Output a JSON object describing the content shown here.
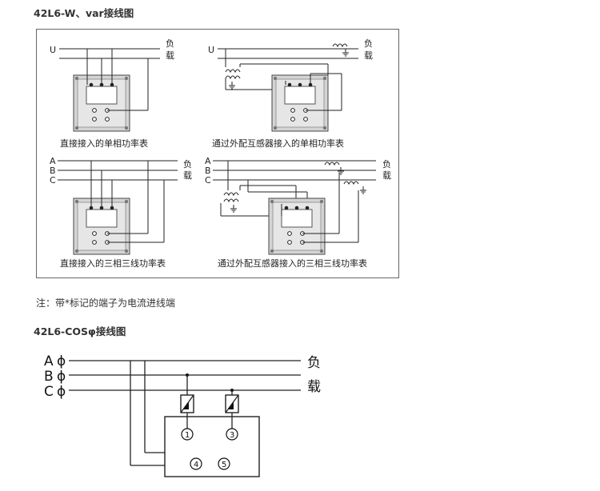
{
  "section1": {
    "title": "42L6-W、var接线图",
    "diagrams": [
      {
        "caption": "直接接入的单相功率表",
        "lines": [
          "U"
        ],
        "load_top": "负",
        "load_bottom": "载"
      },
      {
        "caption": "通过外配互感器接入的单相功率表",
        "lines": [
          "U"
        ],
        "load_top": "负",
        "load_bottom": "载"
      },
      {
        "caption": "直接接入的三相三线功率表",
        "lines": [
          "A",
          "B",
          "C"
        ],
        "load_top": "负",
        "load_bottom": "载"
      },
      {
        "caption": "通过外配互感器接入的三相三线功率表",
        "lines": [
          "A",
          "B",
          "C"
        ],
        "load_top": "负",
        "load_bottom": "载"
      }
    ]
  },
  "note": "注：带*标记的端子为电流进线端",
  "section2": {
    "title": "42L6-COSφ接线图",
    "phases": [
      "A",
      "B",
      "C"
    ],
    "phase_symbol": "ϕ",
    "load_top": "负",
    "load_bottom": "载",
    "terminals": [
      "1",
      "3",
      "4",
      "5"
    ]
  },
  "colors": {
    "line": "#222222",
    "panel_border": "#666666",
    "meter_body": "#cfcfcf"
  }
}
